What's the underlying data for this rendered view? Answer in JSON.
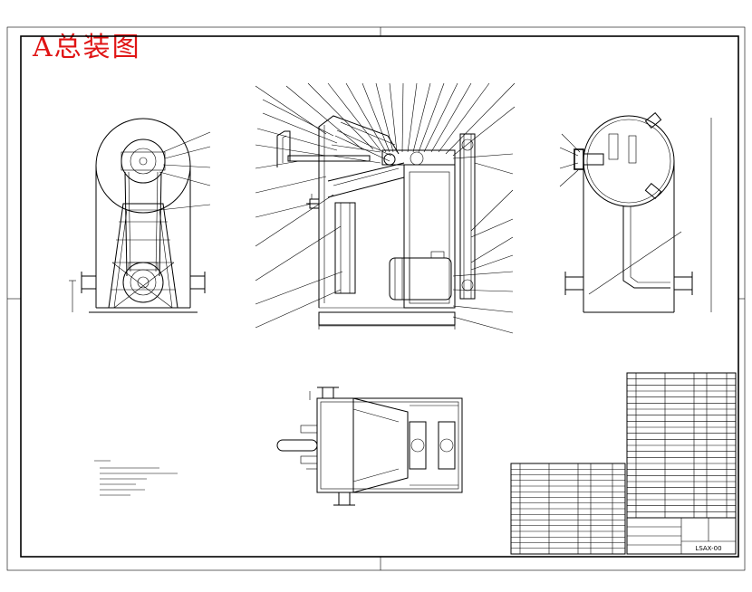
{
  "title": "A总装图",
  "drawing_code": "LSAX-00",
  "colors": {
    "title": "#e01414",
    "line": "#000000",
    "background": "#ffffff"
  },
  "views": [
    "end-view",
    "section-view",
    "side-view",
    "top-view"
  ],
  "icons": [
    "motor-icon",
    "pulley-icon",
    "valve-icon"
  ]
}
